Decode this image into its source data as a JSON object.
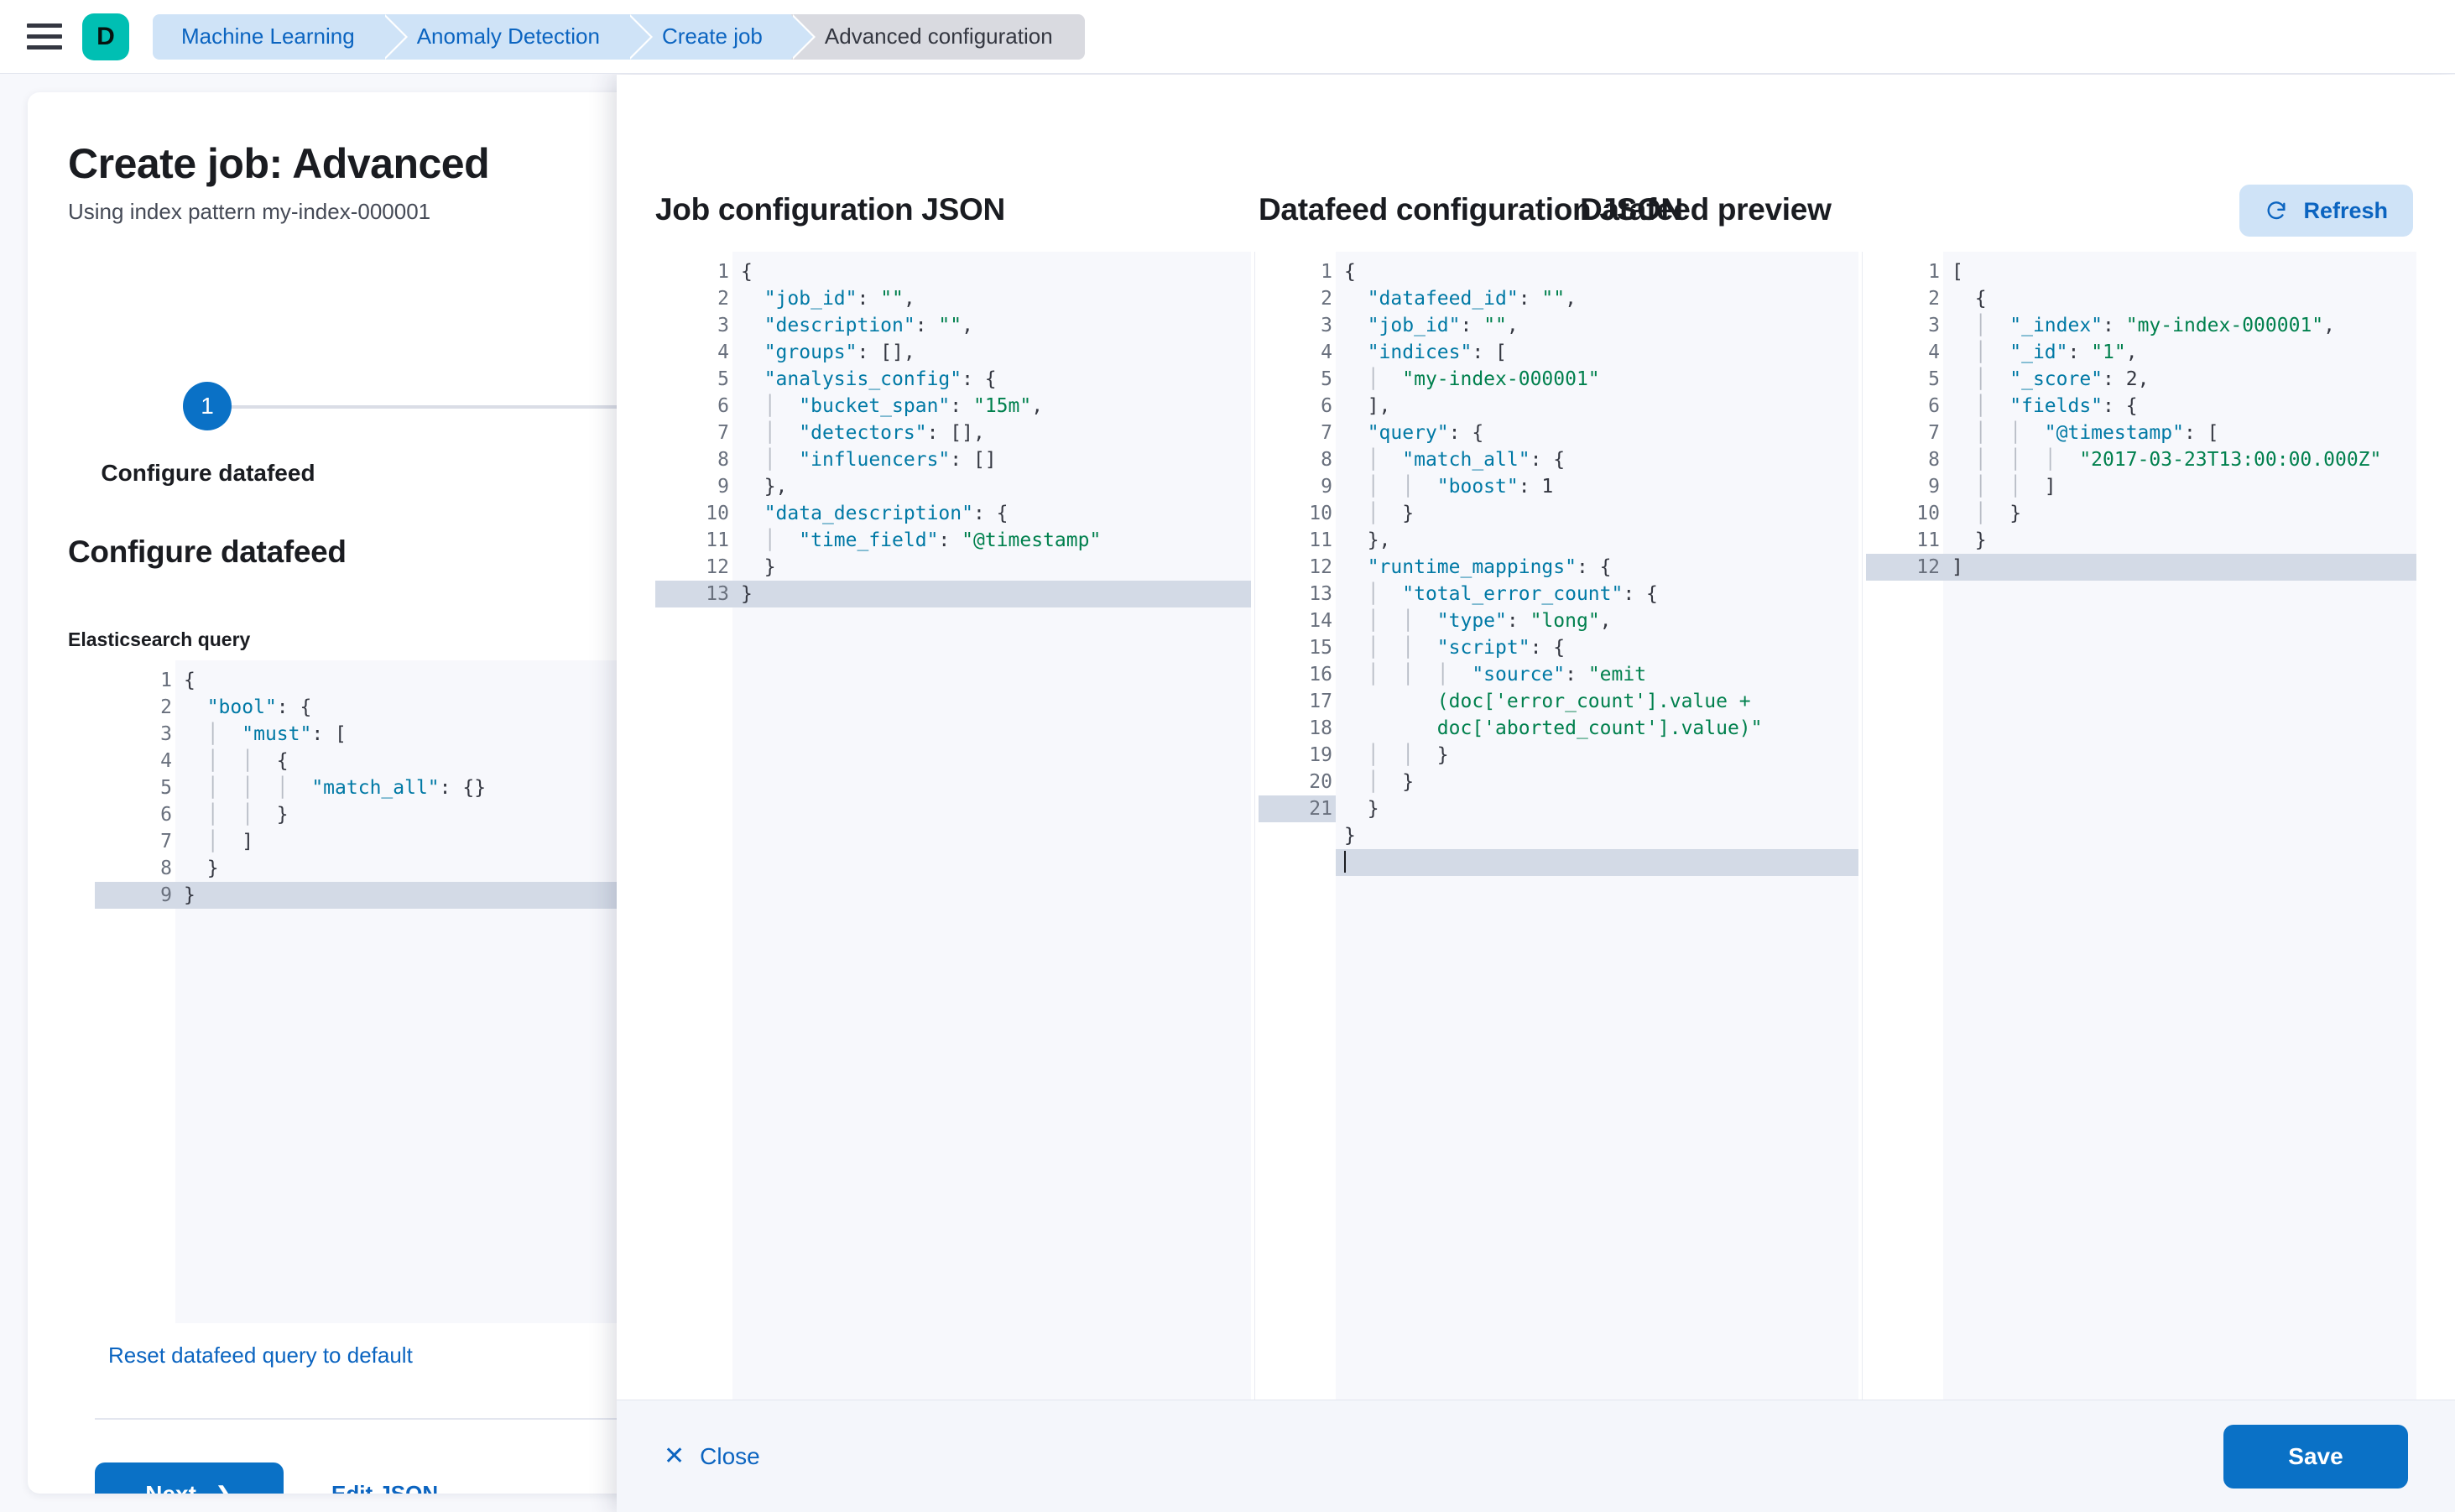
{
  "topnav": {
    "menu_icon": "hamburger-menu-icon",
    "space_logo_letter": "D",
    "breadcrumbs": [
      {
        "label": "Machine Learning",
        "active": false
      },
      {
        "label": "Anomaly Detection",
        "active": false
      },
      {
        "label": "Create job",
        "active": false
      },
      {
        "label": "Advanced configuration",
        "active": true
      }
    ]
  },
  "wizard": {
    "title": "Create job: Advanced",
    "subtitle": "Using index pattern my-index-000001",
    "step_number": "1",
    "step_label": "Configure datafeed",
    "section_title": "Configure datafeed",
    "query_field_label": "Elasticsearch query",
    "reset_link": "Reset datafeed query to default",
    "next_label": "Next",
    "next_chevron": "chevron-right-icon",
    "edit_json_label": "Edit JSON",
    "query_editor": {
      "lines": [
        {
          "n": "1",
          "fold": true,
          "text": "{"
        },
        {
          "n": "2",
          "fold": true,
          "text": "  \"bool\": {"
        },
        {
          "n": "3",
          "fold": true,
          "text": "  │  \"must\": ["
        },
        {
          "n": "4",
          "fold": true,
          "text": "  │  │  {"
        },
        {
          "n": "5",
          "fold": false,
          "text": "  │  │  │  \"match_all\": {}"
        },
        {
          "n": "6",
          "fold": false,
          "text": "  │  │  }"
        },
        {
          "n": "7",
          "fold": false,
          "text": "  │  ]"
        },
        {
          "n": "8",
          "fold": false,
          "text": "  }"
        },
        {
          "n": "9",
          "fold": false,
          "text": "}",
          "active": true
        }
      ]
    }
  },
  "flyout": {
    "job_config_title": "Job configuration JSON",
    "datafeed_config_title": "Datafeed configuration JSON",
    "datafeed_preview_title": "Datafeed preview",
    "refresh_label": "Refresh",
    "refresh_icon": "refresh-icon",
    "close_label": "Close",
    "close_icon": "close-x-icon",
    "save_label": "Save",
    "job_config_editor": {
      "lines": [
        {
          "n": "1",
          "fold": true,
          "text": "{"
        },
        {
          "n": "2",
          "fold": false,
          "text": "  \"job_id\": \"\","
        },
        {
          "n": "3",
          "fold": false,
          "text": "  \"description\": \"\","
        },
        {
          "n": "4",
          "fold": false,
          "text": "  \"groups\": [],"
        },
        {
          "n": "5",
          "fold": true,
          "text": "  \"analysis_config\": {"
        },
        {
          "n": "6",
          "fold": false,
          "text": "  │  \"bucket_span\": \"15m\","
        },
        {
          "n": "7",
          "fold": false,
          "text": "  │  \"detectors\": [],"
        },
        {
          "n": "8",
          "fold": false,
          "text": "  │  \"influencers\": []"
        },
        {
          "n": "9",
          "fold": false,
          "text": "  },"
        },
        {
          "n": "10",
          "fold": true,
          "text": "  \"data_description\": {"
        },
        {
          "n": "11",
          "fold": false,
          "text": "  │  \"time_field\": \"@timestamp\""
        },
        {
          "n": "12",
          "fold": false,
          "text": "  }"
        },
        {
          "n": "13",
          "fold": false,
          "text": "}",
          "active": true
        }
      ]
    },
    "datafeed_config_editor": {
      "lines": [
        {
          "n": "1",
          "fold": true,
          "text": "{"
        },
        {
          "n": "2",
          "fold": false,
          "text": "  \"datafeed_id\": \"\","
        },
        {
          "n": "3",
          "fold": false,
          "text": "  \"job_id\": \"\","
        },
        {
          "n": "4",
          "fold": true,
          "text": "  \"indices\": ["
        },
        {
          "n": "5",
          "fold": false,
          "text": "  │  \"my-index-000001\""
        },
        {
          "n": "6",
          "fold": false,
          "text": "  ],"
        },
        {
          "n": "7",
          "fold": true,
          "text": "  \"query\": {"
        },
        {
          "n": "8",
          "fold": true,
          "text": "  │  \"match_all\": {"
        },
        {
          "n": "9",
          "fold": false,
          "text": "  │  │  \"boost\": 1"
        },
        {
          "n": "10",
          "fold": false,
          "text": "  │  }"
        },
        {
          "n": "11",
          "fold": false,
          "text": "  },"
        },
        {
          "n": "12",
          "fold": true,
          "text": "  \"runtime_mappings\": {"
        },
        {
          "n": "13",
          "fold": true,
          "text": "  │  \"total_error_count\": {"
        },
        {
          "n": "14",
          "fold": false,
          "text": "  │  │  \"type\": \"long\","
        },
        {
          "n": "15",
          "fold": true,
          "text": "  │  │  \"script\": {"
        },
        {
          "n": "16",
          "fold": false,
          "text": "  │  │  │  \"source\": \"emit\n        (doc['error_count'].value +\n        doc['aborted_count'].value)\"",
          "wrap": 3
        },
        {
          "n": "17",
          "fold": false,
          "text": "  │  │  }"
        },
        {
          "n": "18",
          "fold": false,
          "text": "  │  }"
        },
        {
          "n": "19",
          "fold": false,
          "text": "  }"
        },
        {
          "n": "20",
          "fold": false,
          "text": "}"
        },
        {
          "n": "21",
          "fold": false,
          "text": "",
          "active": true,
          "caret": true
        }
      ]
    },
    "datafeed_preview_editor": {
      "lines": [
        {
          "n": "1",
          "fold": true,
          "text": "["
        },
        {
          "n": "2",
          "fold": true,
          "text": "  {"
        },
        {
          "n": "3",
          "fold": false,
          "text": "  │  \"_index\": \"my-index-000001\","
        },
        {
          "n": "4",
          "fold": false,
          "text": "  │  \"_id\": \"1\","
        },
        {
          "n": "5",
          "fold": false,
          "text": "  │  \"_score\": 2,"
        },
        {
          "n": "6",
          "fold": true,
          "text": "  │  \"fields\": {"
        },
        {
          "n": "7",
          "fold": true,
          "text": "  │  │  \"@timestamp\": ["
        },
        {
          "n": "8",
          "fold": false,
          "text": "  │  │  │  \"2017-03-23T13:00:00.000Z\""
        },
        {
          "n": "9",
          "fold": false,
          "text": "  │  │  ]"
        },
        {
          "n": "10",
          "fold": false,
          "text": "  │  }"
        },
        {
          "n": "11",
          "fold": false,
          "text": "  }"
        },
        {
          "n": "12",
          "fold": false,
          "text": "]",
          "active": true
        }
      ]
    }
  },
  "colors": {
    "accent_blue": "#0a71c6",
    "link_blue": "#0b64c0",
    "space_teal": "#00bfb3",
    "json_key": "#0079a5",
    "json_string": "#00804d",
    "active_line": "#d3dae6"
  }
}
